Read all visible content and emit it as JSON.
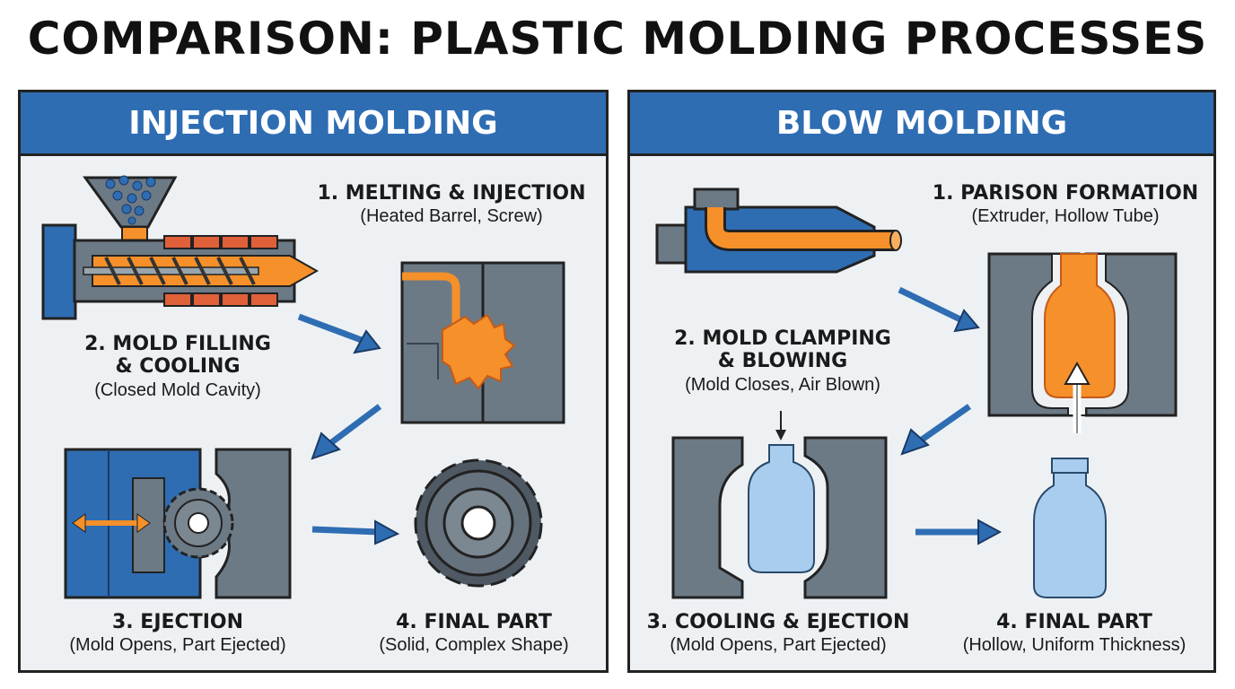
{
  "title": "COMPARISON: PLASTIC MOLDING PROCESSES",
  "colors": {
    "header_blue": "#2f6db3",
    "mold_gray": "#6c7a86",
    "molten_orange": "#f5902a",
    "heater_red": "#e0603a",
    "bottle_blue": "#a9cdee",
    "arrow_blue": "#2f6db3",
    "panel_bg": "#eef1f4"
  },
  "injection": {
    "header": "INJECTION MOLDING",
    "steps": [
      {
        "title": "1. MELTING & INJECTION",
        "subtitle": "(Heated Barrel, Screw)"
      },
      {
        "title": "2. MOLD FILLING\n& COOLING",
        "subtitle": "(Closed Mold Cavity)"
      },
      {
        "title": "3. EJECTION",
        "subtitle": "(Mold Opens, Part Ejected)"
      },
      {
        "title": "4. FINAL PART",
        "subtitle": "(Solid, Complex Shape)"
      }
    ]
  },
  "blow": {
    "header": "BLOW MOLDING",
    "steps": [
      {
        "title": "1. PARISON FORMATION",
        "subtitle": "(Extruder, Hollow Tube)"
      },
      {
        "title": "2. MOLD CLAMPING\n& BLOWING",
        "subtitle": "(Mold Closes, Air Blown)"
      },
      {
        "title": "3. COOLING & EJECTION",
        "subtitle": "(Mold Opens, Part Ejected)"
      },
      {
        "title": "4. FINAL PART",
        "subtitle": "(Hollow, Uniform Thickness)"
      }
    ]
  }
}
